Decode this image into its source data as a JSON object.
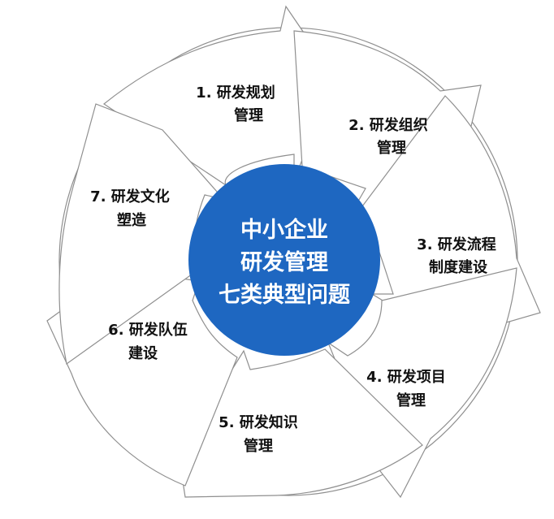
{
  "center": {
    "lines": [
      "中小企业",
      "研发管理",
      "七类典型问题"
    ]
  },
  "segments": [
    {
      "lines": [
        "1. 研发规划",
        "管理"
      ]
    },
    {
      "lines": [
        "2. 研发组织",
        "管理"
      ]
    },
    {
      "lines": [
        "3. 研发流程",
        "制度建设"
      ]
    },
    {
      "lines": [
        "4. 研发项目",
        "管理"
      ]
    },
    {
      "lines": [
        "5. 研发知识",
        "管理"
      ]
    },
    {
      "lines": [
        "6. 研发队伍",
        "建设"
      ]
    },
    {
      "lines": [
        "7. 研发文化",
        "塑造"
      ]
    }
  ],
  "colors": {
    "center_fill": "#1e67c1",
    "outline": "#8f8f8f",
    "label_text": "#111111",
    "center_text": "#ffffff"
  }
}
